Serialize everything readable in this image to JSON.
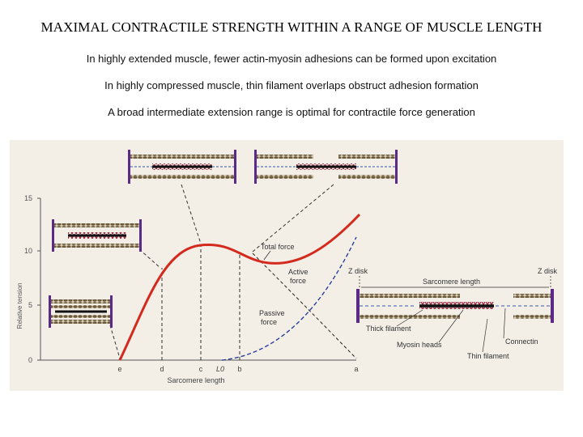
{
  "title": "MAXIMAL CONTRACTILE STRENGTH WITHIN A RANGE OF MUSCLE LENGTH",
  "subtitles": [
    "In highly extended muscle, fewer actin-myosin adhesions can be formed upon excitation",
    "In highly compressed muscle, thin filament overlaps obstruct adhesion formation",
    "A broad intermediate extension range is optimal for contractile force generation"
  ],
  "figure": {
    "ylabel": "Relative tension",
    "xlabel": "Sarcomere length",
    "yticks": [
      "0",
      "5",
      "10",
      "15"
    ],
    "xticks": [
      "e",
      "d",
      "c",
      "L0",
      "b",
      "a"
    ],
    "curve_labels": {
      "total": "Total force",
      "active_line1": "Active",
      "active_line2": "force",
      "passive_line1": "Passive",
      "passive_line2": "force"
    },
    "sarcomere_labels": {
      "z_disk_left": "Z disk",
      "z_disk_right": "Z disk",
      "sarcomere_length": "Sarcomere length",
      "thick_filament": "Thick filament",
      "myosin_heads": "Myosin heads",
      "connectin": "Connectin",
      "thin_filament": "Thin filament"
    },
    "colors": {
      "total_force": "#d42a1e",
      "passive_force": "#2a3f9a",
      "z_disk": "#5b2a86",
      "actin": "#6b5a3c",
      "myosin_heads": "#a0304a"
    }
  }
}
